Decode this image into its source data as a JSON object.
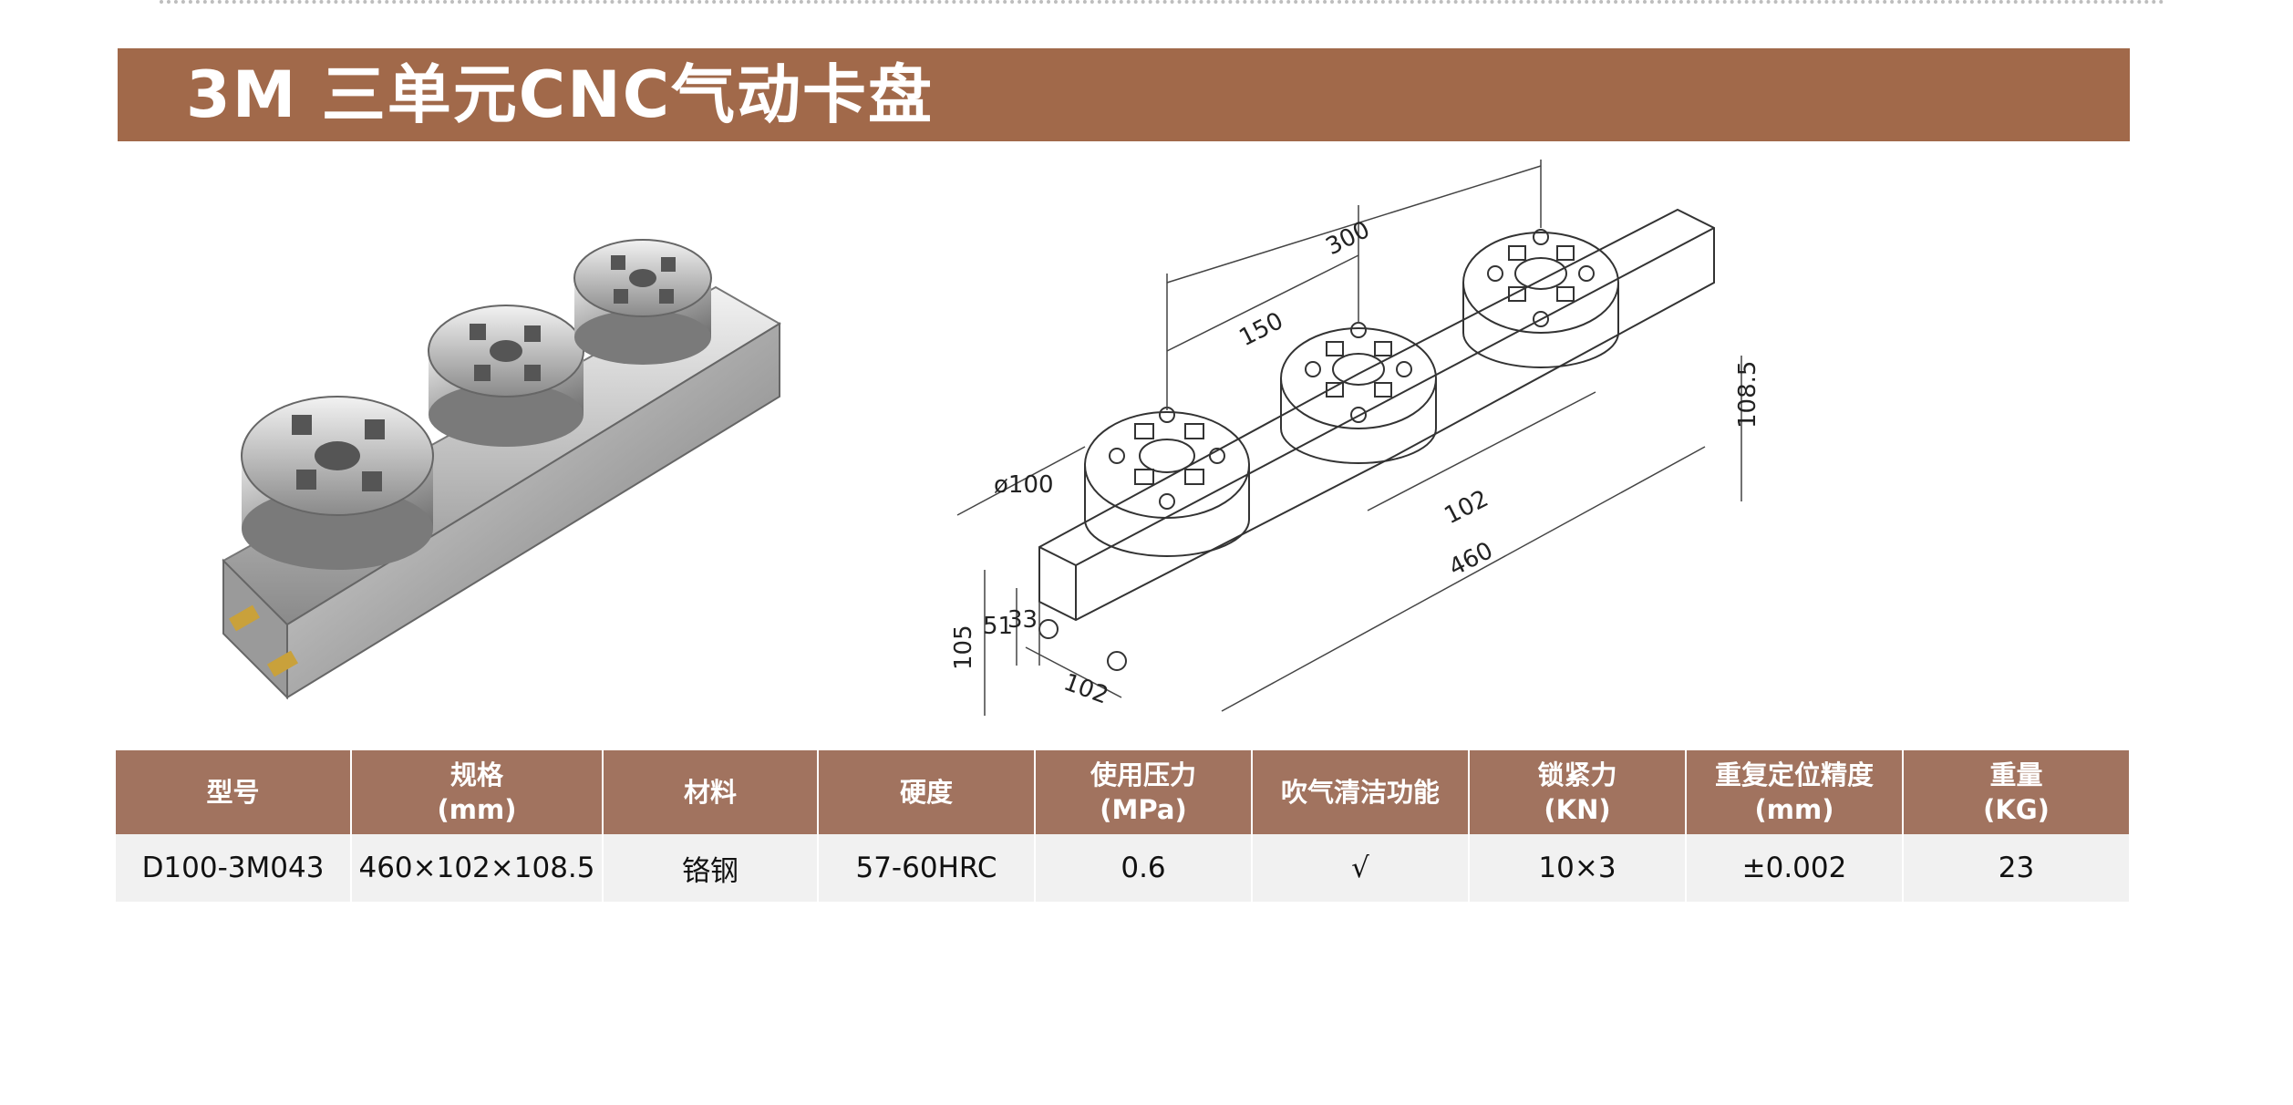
{
  "title": "3M 三单元CNC气动卡盘",
  "drawing": {
    "dim_300": "300",
    "dim_150": "150",
    "dim_phi100": "ø100",
    "dim_108_5": "108.5",
    "dim_102_top": "102",
    "dim_460": "460",
    "dim_105": "105",
    "dim_51": "51",
    "dim_33": "33",
    "dim_102_bottom": "102"
  },
  "table": {
    "headers": [
      {
        "line1": "型号",
        "line2": ""
      },
      {
        "line1": "规格",
        "line2": "(mm)"
      },
      {
        "line1": "材料",
        "line2": ""
      },
      {
        "line1": "硬度",
        "line2": ""
      },
      {
        "line1": "使用压力",
        "line2": "(MPa)"
      },
      {
        "line1": "吹气清洁功能",
        "line2": ""
      },
      {
        "line1": "锁紧力",
        "line2": "(KN)"
      },
      {
        "line1": "重复定位精度",
        "line2": "(mm)"
      },
      {
        "line1": "重量",
        "line2": "(KG)"
      }
    ],
    "rows": [
      [
        "D100-3M043",
        "460×102×108.5",
        "铬钢",
        "57-60HRC",
        "0.6",
        "√",
        "10×3",
        "±0.002",
        "23"
      ]
    ]
  }
}
